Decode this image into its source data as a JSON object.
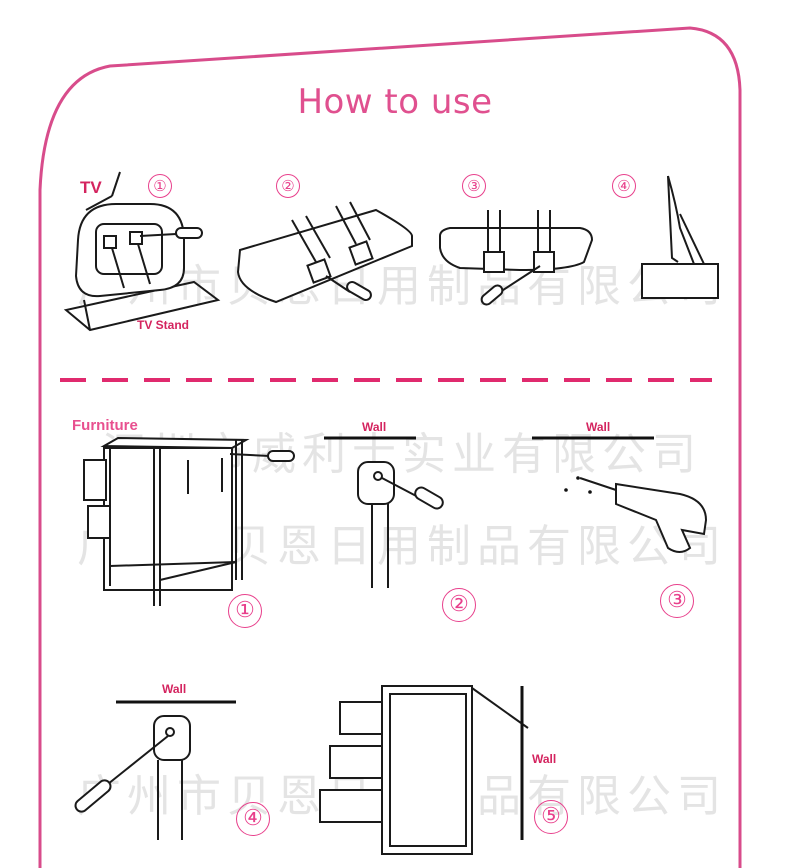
{
  "title": "How to use",
  "colors": {
    "frame": "#d84c8b",
    "accent": "#e8408c",
    "dash": "#e02a6e"
  },
  "steps_top": [
    "①",
    "②",
    "③",
    "④"
  ],
  "steps_bottom": [
    "①",
    "②",
    "③",
    "④",
    "⑤"
  ],
  "labels": {
    "tv": "TV",
    "tv_stand": "TV Stand",
    "furniture": "Furniture",
    "wall": "Wall"
  },
  "watermarks": {
    "company_a": "广州市贝恩日用制品有限公司",
    "company_b": "深圳市威利士实业有限公司"
  }
}
